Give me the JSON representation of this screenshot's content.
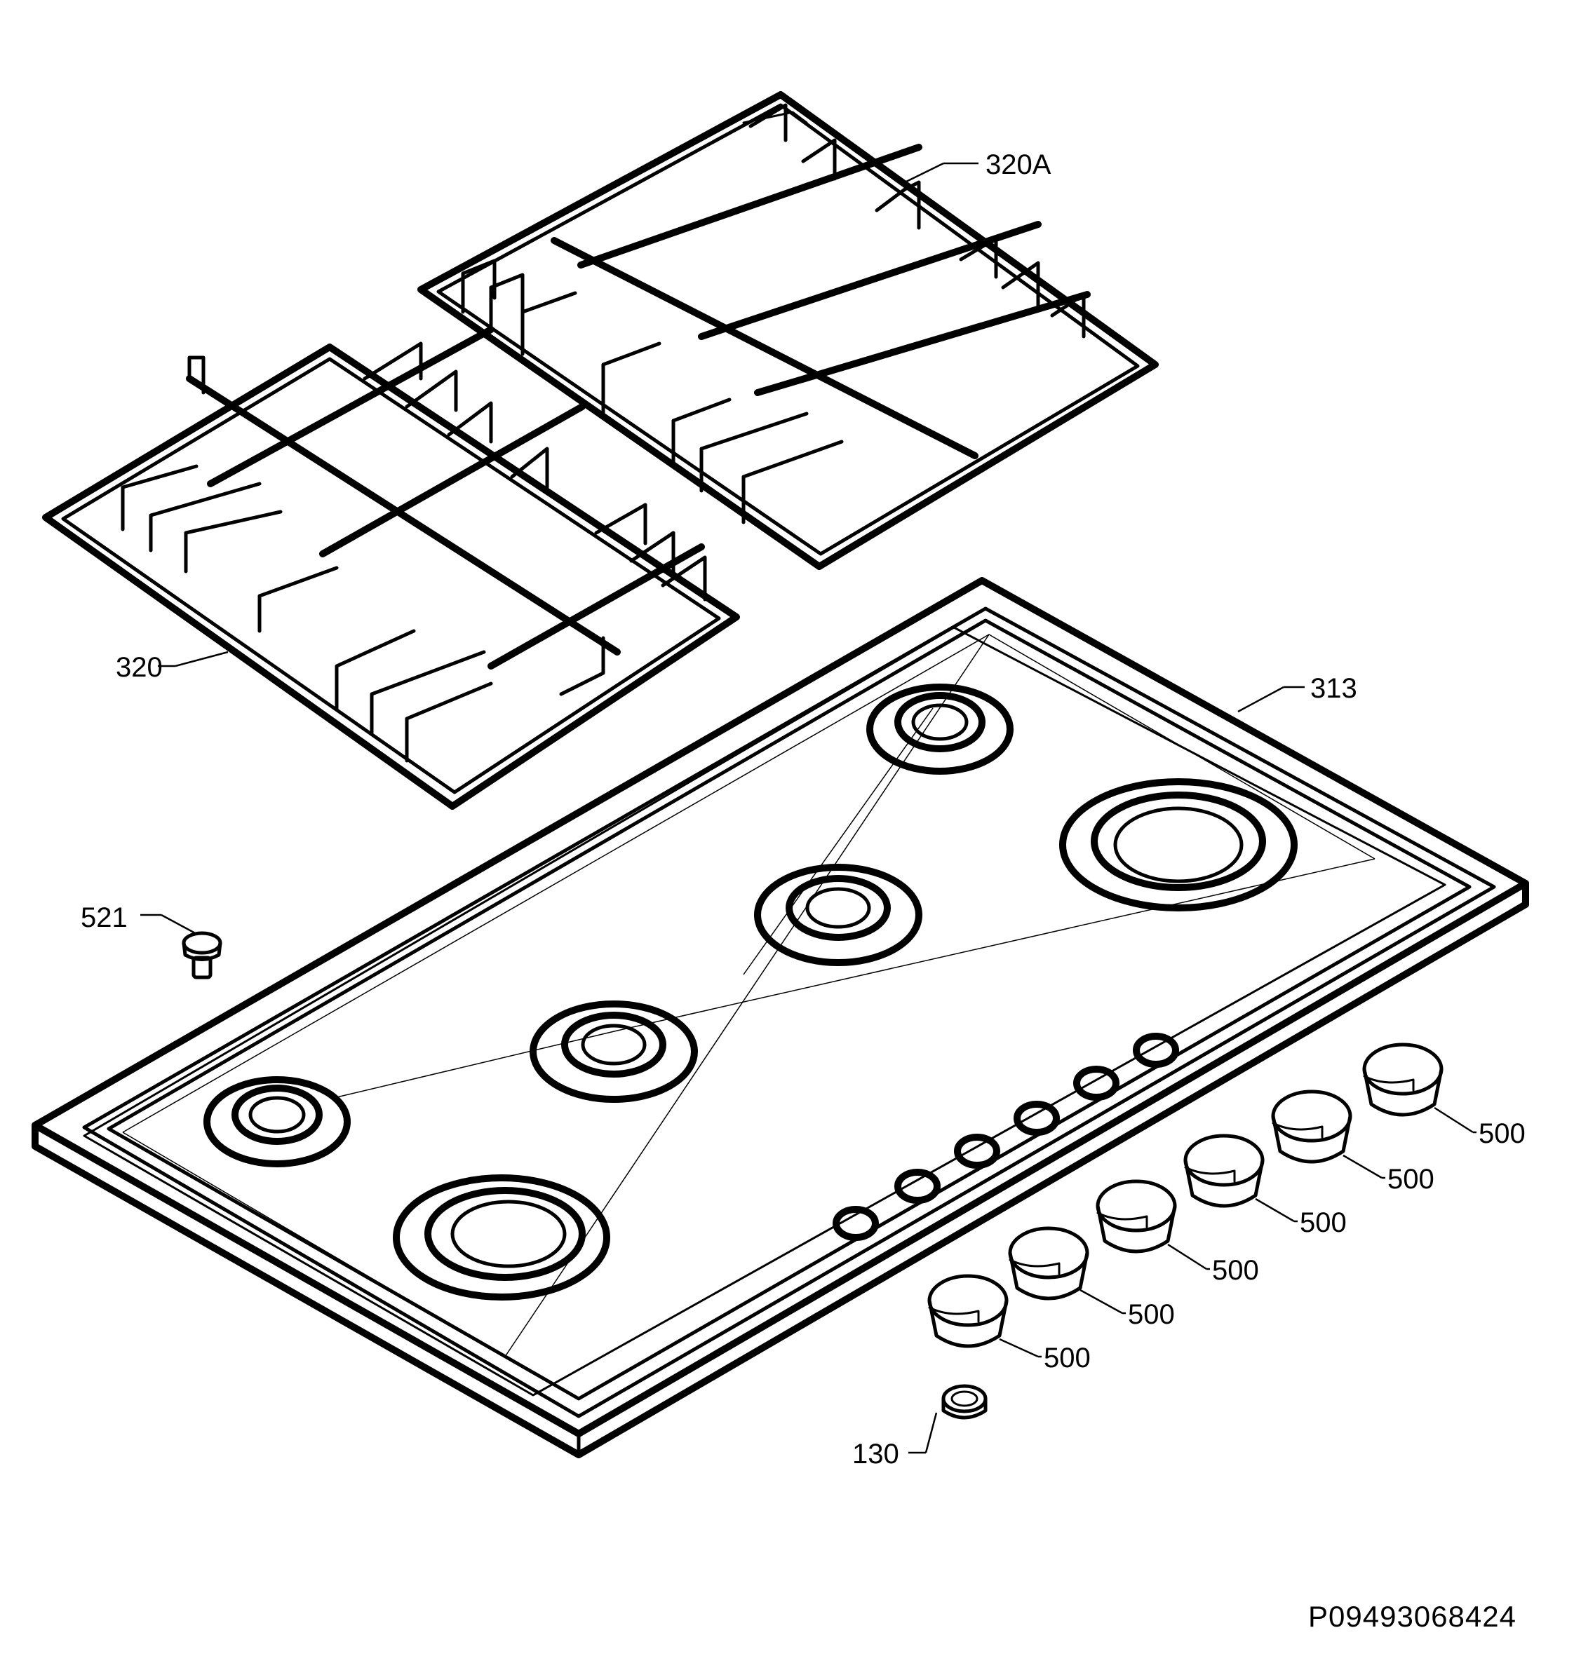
{
  "diagram": {
    "callouts": {
      "grid_right": "320A",
      "grid_left": "320",
      "hob_top": "313",
      "screw": "521",
      "knob_1": "500",
      "knob_2": "500",
      "knob_3": "500",
      "knob_4": "500",
      "knob_5": "500",
      "knob_6": "500",
      "seal": "130"
    },
    "document_code": "P09493068424"
  }
}
